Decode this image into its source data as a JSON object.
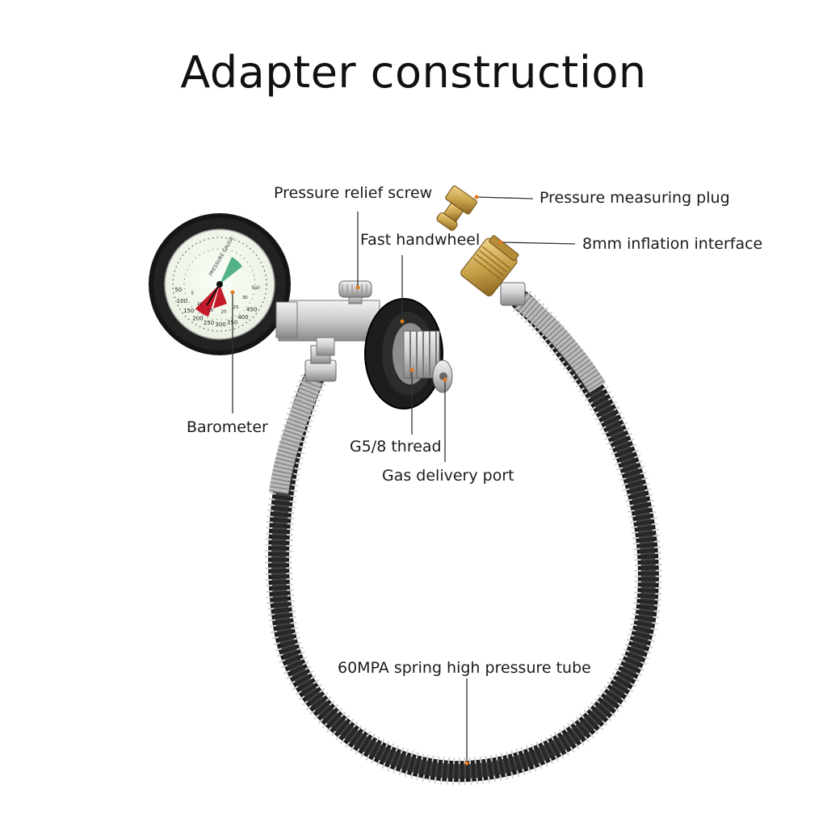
{
  "title": "Adapter construction",
  "labels": {
    "pressure_relief_screw": "Pressure relief screw",
    "pressure_measuring_plug": "Pressure measuring plug",
    "fast_handwheel": "Fast handwheel",
    "inflation_interface": "8mm inflation interface",
    "barometer": "Barometer",
    "thread": "G5/8 thread",
    "gas_delivery_port": "Gas delivery port",
    "tube": "60MPA spring high pressure tube"
  },
  "gauge": {
    "outer_scale": [
      "450",
      "400",
      "350",
      "300",
      "250",
      "200",
      "150",
      "100",
      "50"
    ],
    "inner_scale": [
      "30",
      "25",
      "20",
      "15",
      "10",
      "5"
    ],
    "face_text": "PRESSURE GAUGE",
    "unit": "bar"
  },
  "colors": {
    "hose": "#1c1c1c",
    "spring": "#c9c9c9",
    "brass": "#c9a24a",
    "leader": "#333333",
    "marker": "#e07a20",
    "gauge_red": "#c41a2a",
    "gauge_green": "#2aa06a"
  }
}
